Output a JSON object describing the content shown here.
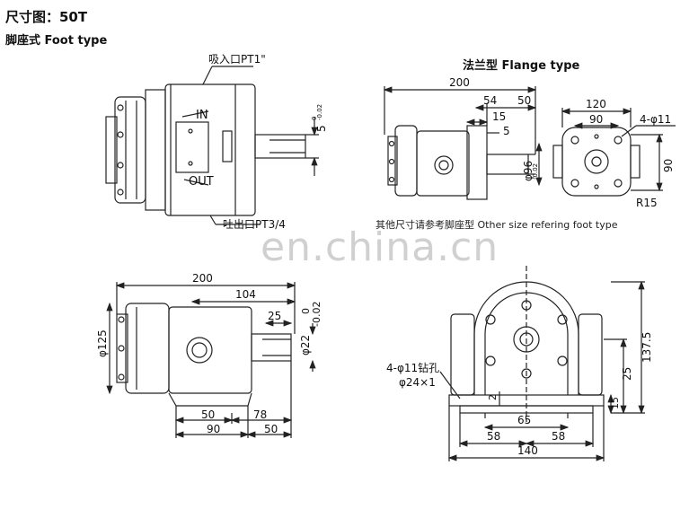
{
  "title": "尺寸图：50T",
  "subtitle": "脚座式 Foot type",
  "flange_title": "法兰型  Flange type",
  "note": "其他尺寸请参考脚座型 Other size refering foot type",
  "watermark": "en.china.cn",
  "top_left": {
    "inlet": "吸入口PT1\"",
    "outlet": "吐出口PT3/4",
    "label_in": "IN",
    "label_out": "OUT",
    "key_width": "5",
    "key_tol_top": "0",
    "key_tol_bottom": "-0.02"
  },
  "flange_side": {
    "overall": "200",
    "d54": "54",
    "d50": "50",
    "d15": "15",
    "d5": "5",
    "dia96": "φ96",
    "dia96_tol": "-0.02"
  },
  "flange_front": {
    "width120": "120",
    "width90": "90",
    "holes": "4-φ11",
    "height90": "90",
    "radius": "R15"
  },
  "foot_side": {
    "overall": "200",
    "d104": "104",
    "d25": "25",
    "dia125": "φ125",
    "shaft": "φ22",
    "shaft_tol_top": "0",
    "shaft_tol_bottom": "-0.02",
    "d50a": "50",
    "d78": "78",
    "d90": "90",
    "d50b": "50"
  },
  "foot_front": {
    "h137": "137.5",
    "h25": "25",
    "h15": "15",
    "d2": "2",
    "holes": "4-φ11钻孔",
    "counterbore": "φ24×1",
    "w65": "65",
    "w58a": "58",
    "w58b": "58",
    "w140": "140"
  }
}
